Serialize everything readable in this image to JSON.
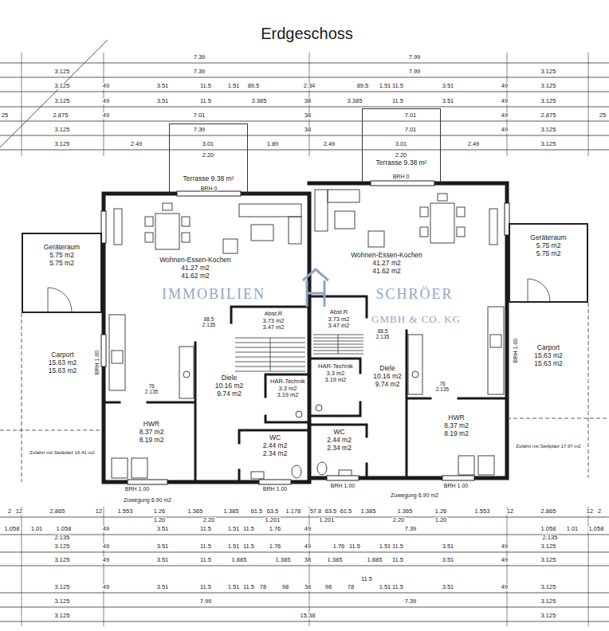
{
  "diagram": {
    "title": "Erdgeschoss",
    "nodes": [
      {
        "text": [
          "Terrasse 9.38 m²"
        ]
      },
      {
        "text": [
          "Terrasse 9.38 m²"
        ]
      },
      {
        "text": [
          "Wohnen-Essen-Kochen",
          "41.27 m2",
          "41.62 m2"
        ]
      },
      {
        "text": [
          "Wohnen-Essen-Kochen",
          "41.27 m2",
          "41.62 m2"
        ]
      },
      {
        "text": [
          "Geräteraum",
          "5.75 m2",
          "5.75 m2"
        ]
      },
      {
        "text": [
          "Geräteraum",
          "5.75 m2",
          "5.75 m2"
        ]
      },
      {
        "text": [
          "Abst.R",
          "3.73 m2",
          "3.47 m2"
        ]
      },
      {
        "text": [
          "Abst.R",
          "3.73 m2",
          "3.47 m2"
        ]
      },
      {
        "text": [
          "Carport",
          "15.63 m2",
          "15.63 m2"
        ]
      },
      {
        "text": [
          "Carport",
          "15.63 m2",
          "15.63 m2"
        ]
      },
      {
        "text": [
          "Diele",
          "10.16 m2",
          "9.74 m2"
        ]
      },
      {
        "text": [
          "HAR-Technik",
          "3.3 m2",
          "3.19 m2"
        ]
      },
      {
        "text": [
          "HAR-Technik",
          "3.3 m2",
          "3.19 m2"
        ]
      },
      {
        "text": [
          "Diele",
          "10.16 m2",
          "9.74 m2"
        ]
      },
      {
        "text": [
          "HWR",
          "8.37 m2",
          "8.19 m2"
        ]
      },
      {
        "text": [
          "WC",
          "2.44 m2",
          "2.34 m2"
        ]
      },
      {
        "text": [
          "WC",
          "2.44 m2",
          "2.34 m2"
        ]
      },
      {
        "text": [
          "HWR",
          "8.37 m2",
          "8.19 m2"
        ]
      }
    ],
    "labels": [
      "7.39",
      "7.99",
      "3.125",
      "7.39",
      "7.99",
      "3.125",
      "3.125",
      "49",
      "3.51",
      "11.5",
      "1.51",
      "89.5",
      "2.34",
      "89.5",
      "1.51",
      "11.5",
      "3.51",
      "49",
      "3.125",
      "3.125",
      "49",
      "3.51",
      "11.5",
      "3.385",
      "38",
      "3.385",
      "11.5",
      "3.51",
      "49",
      "3.125",
      "25",
      "2.875",
      "49",
      "7.01",
      "38",
      "7.01",
      "49",
      "2.875",
      "25",
      "3.125",
      "7.39",
      "38",
      "7.01",
      "49",
      "3.125",
      "3.125",
      "2.49",
      "3.01",
      "1.89",
      "2.49",
      "3.01",
      "2.49",
      "3.125",
      "2.20",
      "2.20",
      "IMMOBILIEN",
      "SCHRÖER",
      "GMBH & CO. KG",
      "BRH 0",
      "BRH 0",
      "88.5 2.135",
      "76 2.135",
      "88.5 2.135",
      "76 2.135",
      "BRH 1.00",
      "BRH 1.00",
      "BRH 1.00",
      "BRH 1.00",
      "BRH 1.00",
      "BRH 1.00",
      "Zufahrt mit Stellplatz 16.41 m2",
      "Zufahrt mit Stellplatz 17.97 m2",
      "Zuwegung 6.90 m2",
      "Zuwegung 6.90 m2",
      "2",
      "12",
      "2.865",
      "12",
      "1.553",
      "1.26",
      "1.365",
      "1.385",
      "61.5",
      "63.5",
      "1.178",
      "57.8",
      "63.5",
      "61.5",
      "1.385",
      "1.365",
      "1.26",
      "1.553",
      "12",
      "2.865",
      "12",
      "2",
      "1.20",
      "2.20",
      "1.201",
      "1.201",
      "2.20",
      "1.20",
      "1.058",
      "1.01",
      "1.058",
      "49",
      "3.51",
      "11.5",
      "1.51",
      "11.5",
      "1.76",
      "49",
      "7.39",
      "1.058",
      "1.01",
      "1.058",
      "2.135",
      "2.135",
      "3.125",
      "49",
      "3.51",
      "11.5",
      "1.51",
      "11.5",
      "1.76",
      "49",
      "1.76",
      "11.5",
      "1.51",
      "11.5",
      "3.51",
      "49",
      "3.125",
      "3.125",
      "49",
      "3.51",
      "11.5",
      "1.885",
      "1.385",
      "38",
      "1.385",
      "1.885",
      "11.5",
      "3.51",
      "49",
      "3.125",
      "3.125",
      "49",
      "3.51",
      "11.5",
      "1.51",
      "11.5",
      "78",
      "98",
      "38",
      "98",
      "78",
      "11.5",
      "1.51",
      "11.5",
      "3.51",
      "49",
      "3.125",
      "3.125",
      "7.99",
      "7.39",
      "3.125",
      "3.125",
      "15.38",
      "3.125"
    ]
  }
}
